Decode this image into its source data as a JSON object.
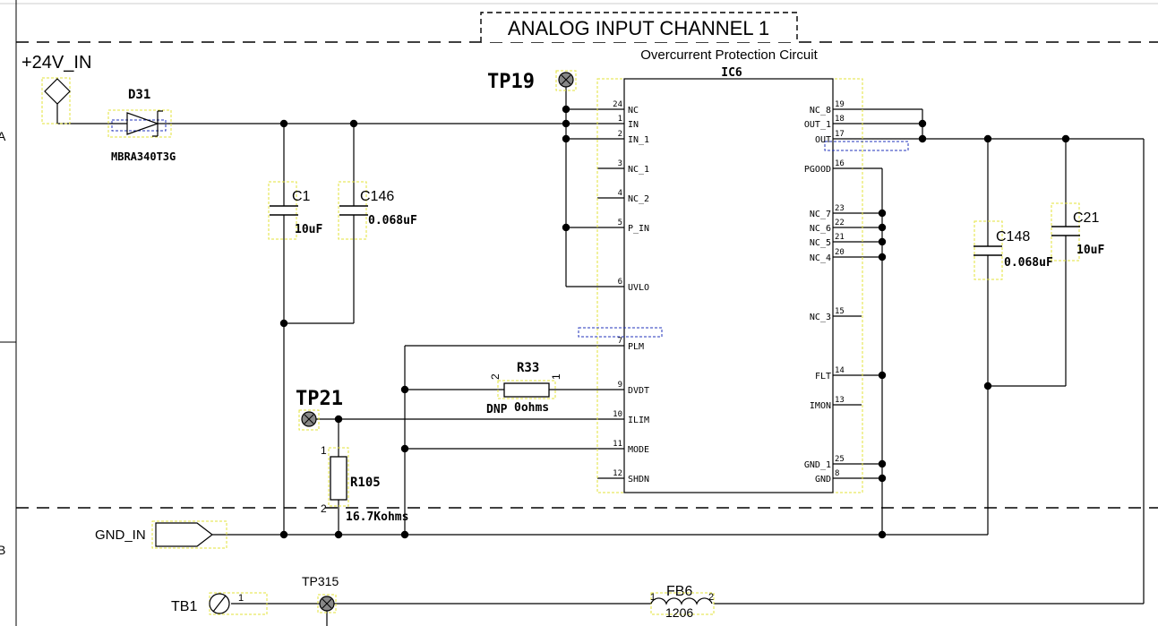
{
  "sheet": {
    "title": "ANALOG INPUT CHANNEL 1",
    "zone_a": "A",
    "zone_b": "B"
  },
  "ports": {
    "vin": "+24V_IN",
    "gnd": "GND_IN"
  },
  "diode": {
    "ref": "D31",
    "part": "MBRA340T3G"
  },
  "capacitors": [
    {
      "ref": "C1",
      "value": "10uF"
    },
    {
      "ref": "C146",
      "value": "0.068uF"
    },
    {
      "ref": "C148",
      "value": "0.068uF"
    },
    {
      "ref": "C21",
      "value": "10uF"
    }
  ],
  "ic": {
    "title": "Overcurrent Protection Circuit",
    "ref": "IC6",
    "left_pins": [
      {
        "num": "24",
        "name": "NC"
      },
      {
        "num": "1",
        "name": "IN"
      },
      {
        "num": "2",
        "name": "IN_1"
      },
      {
        "num": "3",
        "name": "NC_1"
      },
      {
        "num": "4",
        "name": "NC_2"
      },
      {
        "num": "5",
        "name": "P_IN"
      },
      {
        "num": "6",
        "name": "UVLO"
      },
      {
        "num": "7",
        "name": "PLM"
      },
      {
        "num": "9",
        "name": "DVDT"
      },
      {
        "num": "10",
        "name": "ILIM"
      },
      {
        "num": "11",
        "name": "MODE"
      },
      {
        "num": "12",
        "name": "SHDN"
      }
    ],
    "right_pins": [
      {
        "num": "19",
        "name": "NC_8"
      },
      {
        "num": "18",
        "name": "OUT_1"
      },
      {
        "num": "17",
        "name": "OUT"
      },
      {
        "num": "16",
        "name": "PGOOD"
      },
      {
        "num": "23",
        "name": "NC_7"
      },
      {
        "num": "22",
        "name": "NC_6"
      },
      {
        "num": "21",
        "name": "NC_5"
      },
      {
        "num": "20",
        "name": "NC_4"
      },
      {
        "num": "15",
        "name": "NC_3"
      },
      {
        "num": "14",
        "name": "FLT"
      },
      {
        "num": "13",
        "name": "IMON"
      },
      {
        "num": "25",
        "name": "GND_1"
      },
      {
        "num": "8",
        "name": "GND"
      }
    ]
  },
  "testpoints": [
    {
      "ref": "TP19"
    },
    {
      "ref": "TP21"
    },
    {
      "ref": "TP315"
    }
  ],
  "r33": {
    "ref": "R33",
    "note": "DNP",
    "value": "0ohms",
    "pin_left": "2",
    "pin_right": "1"
  },
  "r105": {
    "ref": "R105",
    "value": "16.7Kohms",
    "pin_top": "1",
    "pin_bottom": "2"
  },
  "tb1": {
    "ref": "TB1",
    "pin": "1"
  },
  "fb6": {
    "ref": "FB6",
    "size": "1206",
    "pin_left": "1",
    "pin_right": "2"
  }
}
